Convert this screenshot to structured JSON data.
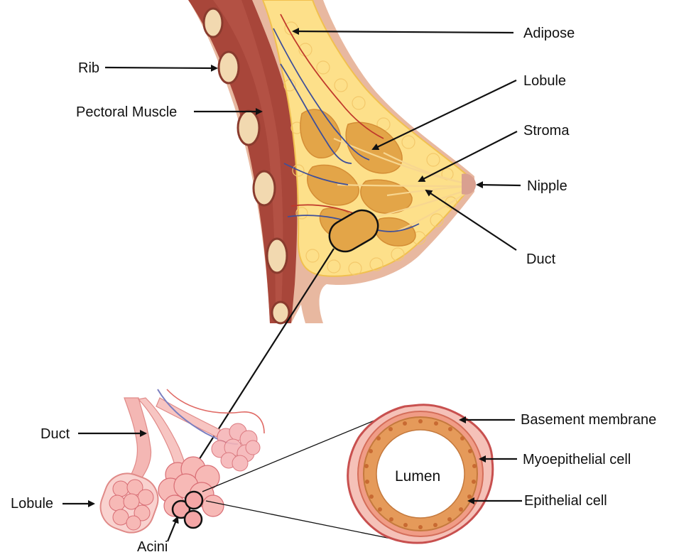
{
  "labels": {
    "adipose": "Adipose",
    "rib": "Rib",
    "pectoral_muscle": "Pectoral Muscle",
    "lobule_top": "Lobule",
    "stroma": "Stroma",
    "nipple": "Nipple",
    "duct_top": "Duct",
    "duct_bottom": "Duct",
    "lobule_bottom": "Lobule",
    "acini": "Acini",
    "lumen": "Lumen",
    "basement_membrane": "Basement membrane",
    "myoepithelial_cell": "Myoepithelial cell",
    "epithelial_cell": "Epithelial cell"
  },
  "colors": {
    "skin": "#e8b8a0",
    "muscle": "#a8463a",
    "rib": "#f2d9b0",
    "fat": "#fde08a",
    "gland": "#e3a548",
    "vessel_blue": "#3e4f9a",
    "vessel_red": "#c0392b",
    "pink_tissue": "#f4b7b4",
    "epithelial": "#e59a5a",
    "membrane": "#c8504f"
  }
}
